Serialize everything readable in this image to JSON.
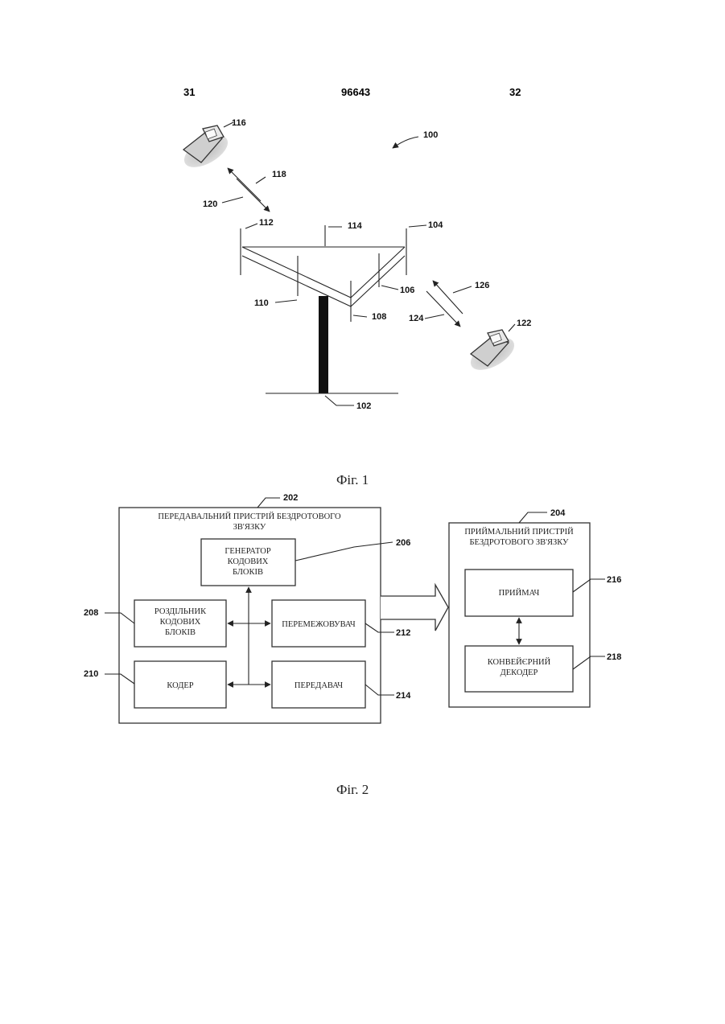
{
  "header": {
    "left_page": "31",
    "patent_number": "96643",
    "right_page": "32"
  },
  "figure1": {
    "caption": "Фіг. 1",
    "refs": {
      "system": "100",
      "tower": "102",
      "antenna_104": "104",
      "antenna_106": "106",
      "antenna_108": "108",
      "antenna_110": "110",
      "antenna_112": "112",
      "antenna_114": "114",
      "terminal_116": "116",
      "link_118": "118",
      "link_120": "120",
      "terminal_122": "122",
      "link_124": "124",
      "link_126": "126"
    }
  },
  "figure2": {
    "caption": "Фіг. 2",
    "transmitter": {
      "ref": "202",
      "title_line1": "ПЕРЕДАВАЛЬНИЙ ПРИСТРІЙ БЕЗДРОТОВОГО",
      "title_line2": "ЗВ'ЯЗКУ",
      "generator": {
        "ref": "206",
        "line1": "ГЕНЕРАТОР",
        "line2": "КОДОВИХ",
        "line3": "БЛОКІВ"
      },
      "splitter": {
        "ref": "208",
        "line1": "РОЗДІЛЬНИК",
        "line2": "КОДОВИХ",
        "line3": "БЛОКІВ"
      },
      "interleaver": {
        "ref": "212",
        "label": "ПЕРЕМЕЖОВУВАЧ"
      },
      "encoder": {
        "ref": "210",
        "label": "КОДЕР"
      },
      "tx": {
        "ref": "214",
        "label": "ПЕРЕДАВАЧ"
      }
    },
    "receiver": {
      "ref": "204",
      "title_line1": "ПРИЙМАЛЬНИЙ ПРИСТРІЙ",
      "title_line2": "БЕЗДРОТОВОГО ЗВ'ЯЗКУ",
      "rx": {
        "ref": "216",
        "label": "ПРИЙМАЧ"
      },
      "decoder": {
        "ref": "218",
        "line1": "КОНВЕЙЄРНИЙ",
        "line2": "ДЕКОДЕР"
      }
    }
  }
}
